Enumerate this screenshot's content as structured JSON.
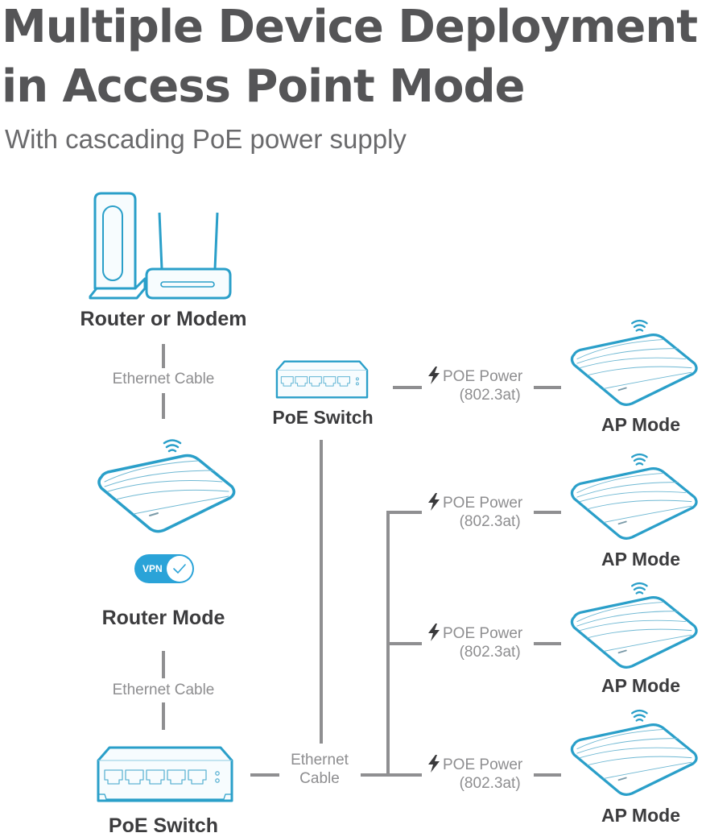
{
  "header": {
    "title_line1": "Multiple Device Deployment",
    "title_line2": "in Access Point Mode",
    "subtitle": "With cascading PoE power supply"
  },
  "colors": {
    "device_outline": "#2a9fc9",
    "device_glow": "#bfe6f3",
    "vpn_toggle": "#2aa3d8",
    "connector_line": "#8f8f91",
    "heading_text": "#555557",
    "label_text": "#3c3c3e",
    "light_text": "#8e8e90"
  },
  "nodes": {
    "router_modem": {
      "label": "Router or Modem",
      "icon": "router-modem-icon"
    },
    "router_mode": {
      "label": "Router Mode",
      "icon": "access-point-icon",
      "toggle_label": "VPN",
      "toggle_state": "on"
    },
    "poe_switch_bottom": {
      "label": "PoE Switch",
      "icon": "poe-switch-icon"
    },
    "poe_switch_top": {
      "label": "PoE Switch",
      "icon": "poe-switch-icon"
    },
    "ap_devices": [
      {
        "label": "AP Mode",
        "icon": "access-point-icon"
      },
      {
        "label": "AP Mode",
        "icon": "access-point-icon"
      },
      {
        "label": "AP Mode",
        "icon": "access-point-icon"
      },
      {
        "label": "AP Mode",
        "icon": "access-point-icon"
      }
    ]
  },
  "connections": {
    "ethernet_label": "Ethernet Cable",
    "ethernet_label_split": [
      "Ethernet",
      "Cable"
    ],
    "poe_links": [
      {
        "line1": "POE Power",
        "line2": "(802.3at)",
        "icon": "lightning-bolt-icon"
      },
      {
        "line1": "POE Power",
        "line2": "(802.3at)",
        "icon": "lightning-bolt-icon"
      },
      {
        "line1": "POE Power",
        "line2": "(802.3at)",
        "icon": "lightning-bolt-icon"
      },
      {
        "line1": "POE Power",
        "line2": "(802.3at)",
        "icon": "lightning-bolt-icon"
      }
    ]
  }
}
